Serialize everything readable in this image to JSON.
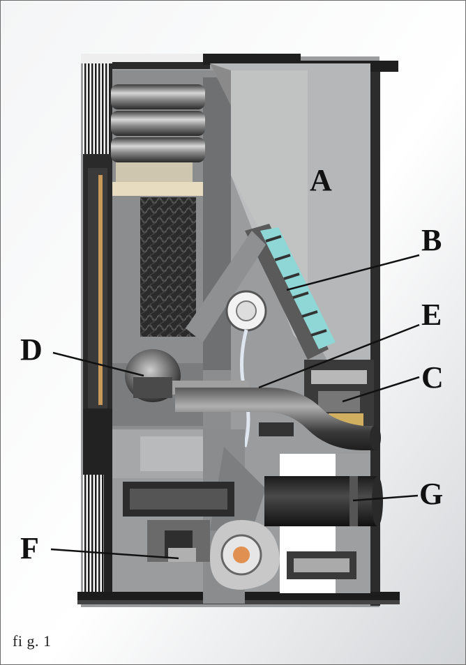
{
  "figure": {
    "caption": "fi g. 1",
    "labels": {
      "a": "A",
      "b": "B",
      "c": "C",
      "d": "D",
      "e": "E",
      "f": "F",
      "g": "G"
    }
  },
  "colors": {
    "background_top": "#ffffff",
    "background_gradient": "#d9dcdf",
    "body_dark": "#2a2a2a",
    "panel_gray": "#8e9092",
    "hopper_gray": "#b4b4b4",
    "insulation_beige": "#e8dcc0",
    "auger_cyan": "#8fd6d6",
    "text_black": "#111111"
  }
}
